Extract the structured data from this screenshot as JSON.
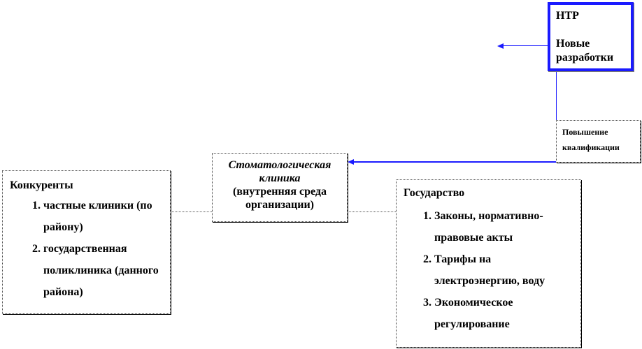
{
  "ntr": {
    "title": "НТР",
    "subtitle": "Новые разработки"
  },
  "qualification": {
    "label": "Повышение квалификации"
  },
  "clinic": {
    "name": "Стоматологическая клиника",
    "note": "(внутренняя среда организации)"
  },
  "competitors": {
    "title": "Конкуренты",
    "items": [
      "частные клиники (по району)",
      "государственная поликлиника (данного района)"
    ]
  },
  "state": {
    "title": "Государство",
    "items": [
      "Законы, нормативно-правовые акты",
      "Тарифы на электроэнергию, воду",
      "Экономическое регулирование"
    ]
  },
  "colors": {
    "accent": "#1a1aff"
  }
}
